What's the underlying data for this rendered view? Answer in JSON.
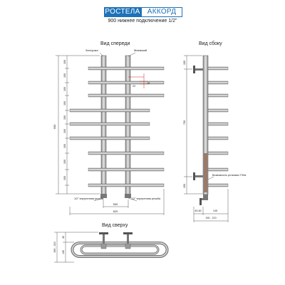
{
  "brand": {
    "name_left": "РОСТЕЛА",
    "name_right": "АККОРД"
  },
  "subtitle": "900 нижнее подключение 1/2\"",
  "views": {
    "front": "Вид спереди",
    "side": "Вид сбоку",
    "top": "Вид сверху"
  },
  "labels": {
    "plug": "Заглушка",
    "mayevsky": "Маевский",
    "inner_thread_left": "1/2\" внутренняя резьба",
    "inner_thread_right": "1/2\" внутренняя резьба",
    "adjustable": "Возможность установки ТЭНа"
  },
  "dimensions": {
    "front_height": "900",
    "front_segments": [
      "100",
      "100",
      "100",
      "100",
      "100",
      "100",
      "100",
      "100",
      "100"
    ],
    "center_distance": "500",
    "total_width": "620",
    "rail_spacing": "22",
    "tube_dia": "18",
    "side_top": "150",
    "side_mid": "700",
    "side_bottom": "150",
    "side_offset": "45-60",
    "side_depth": "145",
    "side_total": "190 - 210",
    "top_total": "190 - 210",
    "top_a": "45",
    "top_b": "145"
  },
  "colors": {
    "brand_blue": "#1d72b8",
    "tube": "#c9c9c9",
    "dim_red": "#c62828",
    "heater": "#9b7a66"
  }
}
